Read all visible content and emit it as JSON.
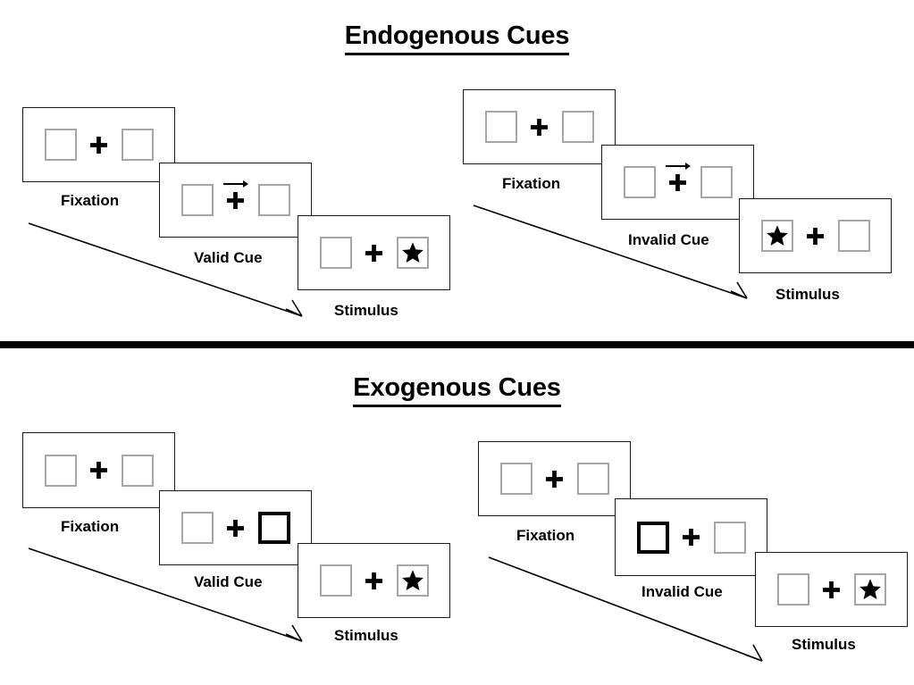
{
  "sections": [
    {
      "id": "endogenous",
      "title": "Endogenous Cues",
      "columns": [
        {
          "id": "endogenous-valid",
          "frames": [
            {
              "caption": "Fixation",
              "cue": "none",
              "target": "none"
            },
            {
              "caption": "Valid Cue",
              "cue": "arrow-right",
              "target": "none"
            },
            {
              "caption": "Stimulus",
              "cue": "none",
              "target": "right"
            }
          ]
        },
        {
          "id": "endogenous-invalid",
          "frames": [
            {
              "caption": "Fixation",
              "cue": "none",
              "target": "none"
            },
            {
              "caption": "Invalid Cue",
              "cue": "arrow-right",
              "target": "none"
            },
            {
              "caption": "Stimulus",
              "cue": "none",
              "target": "left"
            }
          ]
        }
      ]
    },
    {
      "id": "exogenous",
      "title": "Exogenous Cues",
      "columns": [
        {
          "id": "exogenous-valid",
          "frames": [
            {
              "caption": "Fixation",
              "cue": "none",
              "target": "none"
            },
            {
              "caption": "Valid Cue",
              "cue": "box-right",
              "target": "none"
            },
            {
              "caption": "Stimulus",
              "cue": "none",
              "target": "right"
            }
          ]
        },
        {
          "id": "exogenous-invalid",
          "frames": [
            {
              "caption": "Fixation",
              "cue": "none",
              "target": "none"
            },
            {
              "caption": "Invalid Cue",
              "cue": "box-left",
              "target": "none"
            },
            {
              "caption": "Stimulus",
              "cue": "none",
              "target": "right"
            }
          ]
        }
      ]
    }
  ],
  "colors": {
    "background": "#ffffff",
    "frame_border": "#1a1a1a",
    "box_border": "#a6a6a6",
    "cued_box_border": "#000000",
    "ink": "#000000",
    "divider": "#000000"
  },
  "icons": {
    "fixation_cross": "plus-cross-icon",
    "direction_cue": "arrow-right-icon",
    "target": "star-icon",
    "time_flow": "diagonal-arrow-icon"
  }
}
